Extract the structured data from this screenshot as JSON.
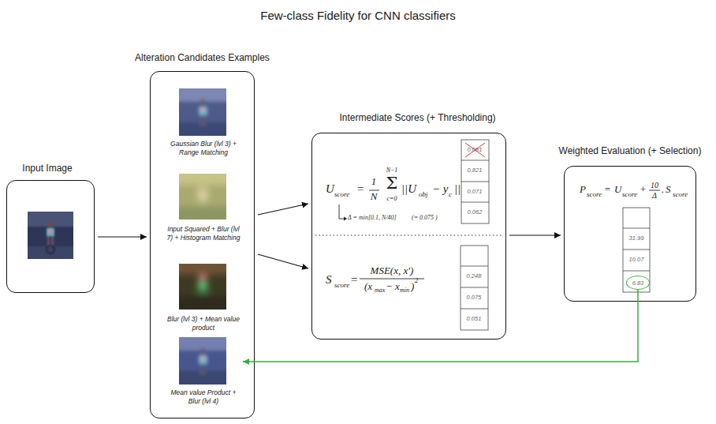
{
  "diagram": {
    "title": "Few-class Fidelity for CNN classifiers",
    "nodes": [
      {
        "text": [
          "Input Image"
        ]
      },
      {
        "text": [
          "Alteration Candidates Examples"
        ]
      },
      {
        "text": [
          "Gaussian Blur (lvl 3) + Range Matching"
        ],
        "in": 1
      },
      {
        "text": [
          "Input Squared + Blur (lvl 7) + Histogram Matching"
        ],
        "in": 1
      },
      {
        "text": [
          "Blur (lvl 3) + Mean value product"
        ],
        "in": 1
      },
      {
        "text": [
          "Mean value Product + Blur (lvl 4)"
        ],
        "in": 1
      },
      {
        "text": [
          "Intermediate Scores (+ Thresholding)"
        ]
      },
      {
        "text": [
          "Weighted Evaluation (+ Selection)"
        ]
      },
      {
        "text": [
          "6.83"
        ],
        "in": 7
      }
    ],
    "edges": [
      {
        "from": 0,
        "to": 1,
        "arrow": "to"
      },
      {
        "from": 1,
        "to": 6,
        "arrow": "to"
      },
      {
        "from": 1,
        "to": 6,
        "arrow": "to"
      },
      {
        "from": 6,
        "to": 7,
        "arrow": "to"
      },
      {
        "from": 8,
        "to": 5,
        "arrow": "to"
      }
    ],
    "labels": [
      "U",
      "score",
      "=",
      "1",
      "N",
      "N−1",
      "Σ",
      "c=0",
      "||U",
      "obj",
      "− y",
      "c",
      "||",
      "Δ = min[0.1, N/40]",
      "(= 0.075 )",
      "0.081",
      "0.821",
      "0.071",
      "0.062",
      "S",
      "score",
      "=",
      "MSE(x, x′)",
      "(x",
      "max",
      "− x",
      "min",
      ")",
      "2",
      "0.248",
      "0.075",
      "0.051",
      "P",
      "score",
      "=",
      "U",
      "score",
      "+",
      "10",
      "Δ",
      ".",
      "S",
      "score",
      "31.99",
      "10.07"
    ]
  }
}
